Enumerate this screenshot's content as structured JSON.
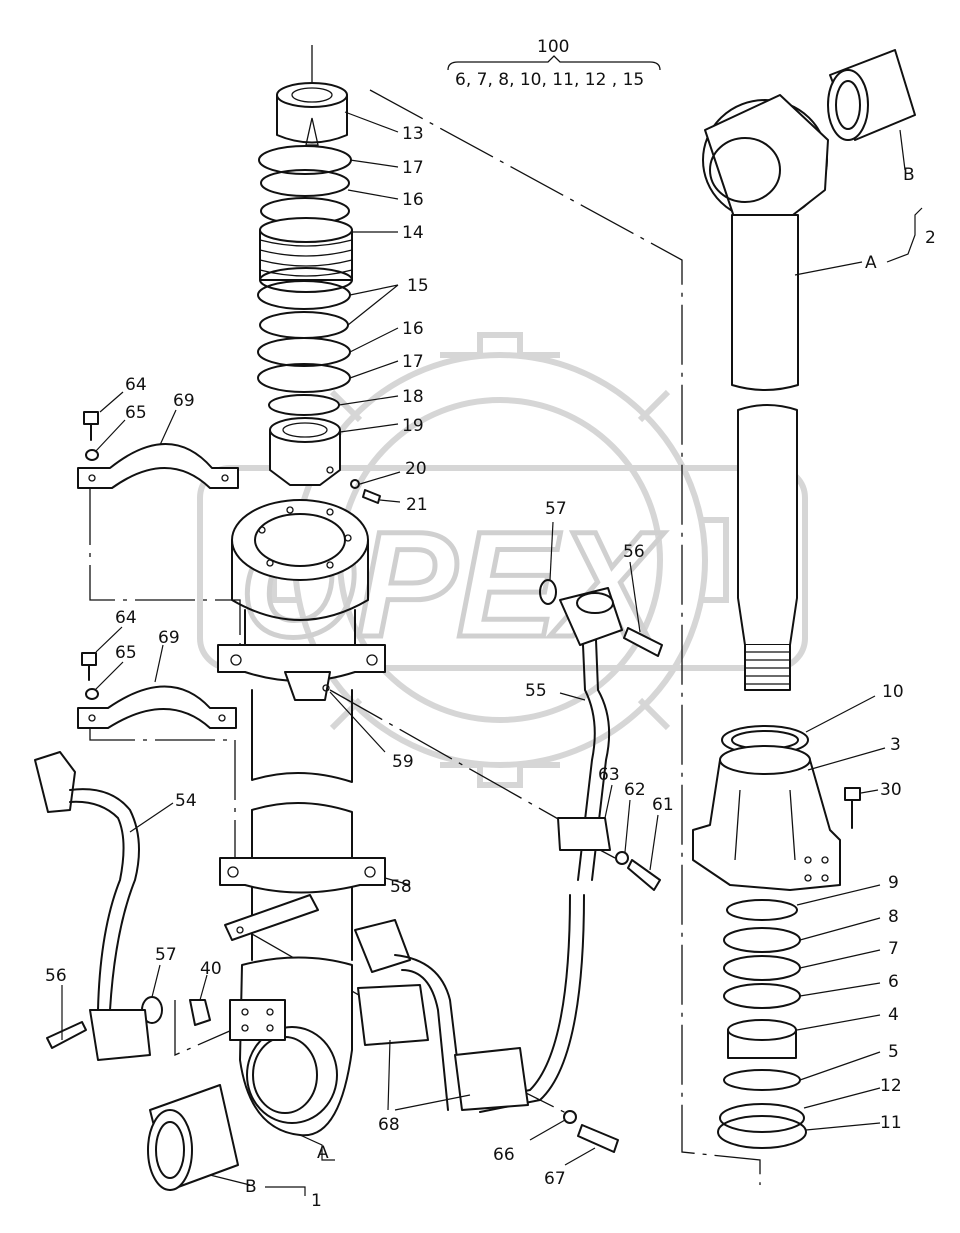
{
  "watermark": {
    "text": "OPEX"
  },
  "header": {
    "kit_number": "100",
    "kit_parts": "6, 7, 8, 10, 11, 12 , 15"
  },
  "callouts": [
    {
      "id": "c13",
      "text": "13"
    },
    {
      "id": "c17a",
      "text": "17"
    },
    {
      "id": "c16a",
      "text": "16"
    },
    {
      "id": "c14",
      "text": "14"
    },
    {
      "id": "c15",
      "text": "15"
    },
    {
      "id": "c16b",
      "text": "16"
    },
    {
      "id": "c17b",
      "text": "17"
    },
    {
      "id": "c18",
      "text": "18"
    },
    {
      "id": "c19",
      "text": "19"
    },
    {
      "id": "c20",
      "text": "20"
    },
    {
      "id": "c21",
      "text": "21"
    },
    {
      "id": "c64a",
      "text": "64"
    },
    {
      "id": "c65a",
      "text": "65"
    },
    {
      "id": "c69a",
      "text": "69"
    },
    {
      "id": "c64b",
      "text": "64"
    },
    {
      "id": "c65b",
      "text": "65"
    },
    {
      "id": "c69b",
      "text": "69"
    },
    {
      "id": "c59",
      "text": "59"
    },
    {
      "id": "c57a",
      "text": "57"
    },
    {
      "id": "c56a",
      "text": "56"
    },
    {
      "id": "c55",
      "text": "55"
    },
    {
      "id": "c63",
      "text": "63"
    },
    {
      "id": "c62",
      "text": "62"
    },
    {
      "id": "c61",
      "text": "61"
    },
    {
      "id": "c54",
      "text": "54"
    },
    {
      "id": "c58",
      "text": "58"
    },
    {
      "id": "c57b",
      "text": "57"
    },
    {
      "id": "c40",
      "text": "40"
    },
    {
      "id": "c56b",
      "text": "56"
    },
    {
      "id": "c68",
      "text": "68"
    },
    {
      "id": "c66",
      "text": "66"
    },
    {
      "id": "c67",
      "text": "67"
    },
    {
      "id": "cA1",
      "text": "A"
    },
    {
      "id": "cB1",
      "text": "B"
    },
    {
      "id": "c1",
      "text": "1"
    },
    {
      "id": "cB2",
      "text": "B"
    },
    {
      "id": "c2",
      "text": "2"
    },
    {
      "id": "cA2",
      "text": "A"
    },
    {
      "id": "c10",
      "text": "10"
    },
    {
      "id": "c3",
      "text": "3"
    },
    {
      "id": "c30",
      "text": "30"
    },
    {
      "id": "c9",
      "text": "9"
    },
    {
      "id": "c8",
      "text": "8"
    },
    {
      "id": "c7",
      "text": "7"
    },
    {
      "id": "c6",
      "text": "6"
    },
    {
      "id": "c4",
      "text": "4"
    },
    {
      "id": "c5",
      "text": "5"
    },
    {
      "id": "c12",
      "text": "12"
    },
    {
      "id": "c11",
      "text": "11"
    }
  ]
}
